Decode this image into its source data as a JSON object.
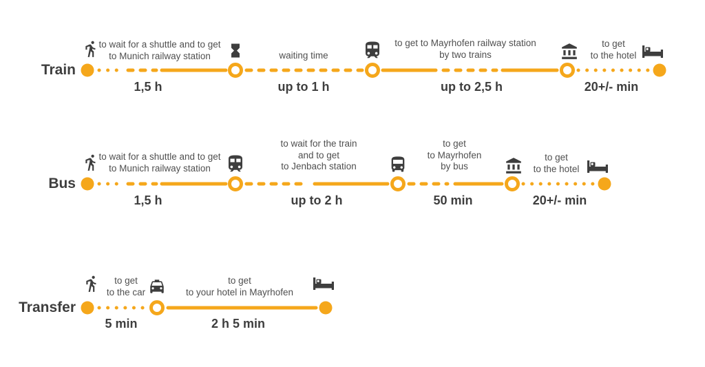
{
  "colors": {
    "accent": "#F5A71B",
    "icon": "#3E3E3E",
    "label": "#3E3E3E",
    "annotation": "#4F4F4F",
    "duration": "#3E3E3E",
    "background": "#FFFFFF"
  },
  "rows": [
    {
      "label": "Train",
      "annotations": [
        "to wait for a shuttle and to get\nto Munich railway station",
        "waiting time",
        "to get to Mayrhofen railway station\nby two trains",
        "to get\nto the hotel"
      ],
      "durations": [
        "1,5 h",
        "up to 1 h",
        "up to 2,5 h",
        "20+/- min"
      ],
      "icons": [
        "walk-icon",
        "hourglass-icon",
        "train-icon",
        "museum-icon",
        "bed-icon"
      ]
    },
    {
      "label": "Bus",
      "annotations": [
        "to wait for a shuttle and to get\nto Munich railway station",
        "to wait for the train\nand to get\nto Jenbach station",
        "to get\nto Mayrhofen\nby bus",
        "to get\nto the hotel"
      ],
      "durations": [
        "1,5 h",
        "up to 2 h",
        "50 min",
        "20+/- min"
      ],
      "icons": [
        "walk-icon",
        "train-icon",
        "bus-icon",
        "museum-icon",
        "bed-icon"
      ]
    },
    {
      "label": "Transfer",
      "annotations": [
        "to get\nto the car",
        "to get\nto your hotel in Mayrhofen"
      ],
      "durations": [
        "5 min",
        "2 h 5 min"
      ],
      "icons": [
        "walk-icon",
        "taxi-icon",
        "bed-icon"
      ]
    }
  ]
}
